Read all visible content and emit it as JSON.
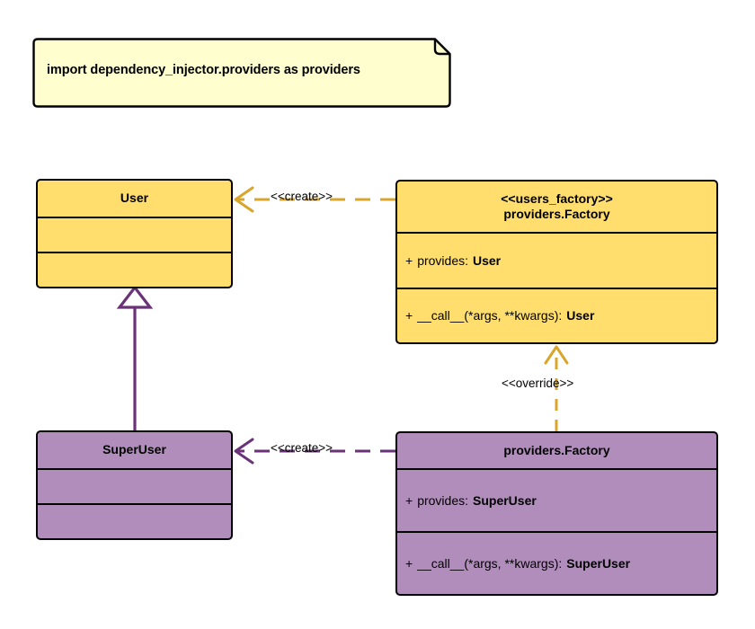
{
  "diagram": {
    "type": "uml-class-diagram",
    "background": "#ffffff",
    "colors": {
      "note_fill": "#FEFECE",
      "note_border": "#000000",
      "yellow_fill": "#FFDE6E",
      "purple_fill": "#B08DBB",
      "box_border": "#000000",
      "gold_edge": "#D9A52B",
      "purple_edge": "#6A3277",
      "generalization_triangle_fill": "#FFFFFF"
    }
  },
  "note": {
    "name": "import-note",
    "text": "import dependency_injector.providers as providers"
  },
  "classes": [
    {
      "id": "user",
      "stereotype": "",
      "name": "User",
      "attributes": [],
      "methods": [],
      "fill": "yellow"
    },
    {
      "id": "users_factory",
      "stereotype": "<<users_factory>>",
      "name": "providers.Factory",
      "attributes": [
        {
          "visibility": "+",
          "label": "provides:",
          "type": "User"
        }
      ],
      "methods": [
        {
          "visibility": "+",
          "label": "__call__(*args, **kwargs):",
          "type": "User"
        }
      ],
      "fill": "yellow"
    },
    {
      "id": "superuser",
      "stereotype": "",
      "name": "SuperUser",
      "attributes": [],
      "methods": [],
      "fill": "purple"
    },
    {
      "id": "providers_factory",
      "stereotype": "",
      "name": "providers.Factory",
      "attributes": [
        {
          "visibility": "+",
          "label": "provides:",
          "type": "SuperUser"
        }
      ],
      "methods": [
        {
          "visibility": "+",
          "label": "__call__(*args, **kwargs):",
          "type": "SuperUser"
        }
      ],
      "fill": "purple"
    }
  ],
  "edges": [
    {
      "id": "create-user",
      "label": "<<create>>",
      "from": "users_factory",
      "to": "user",
      "style": "dashed",
      "arrow": "open",
      "color": "#D9A52B"
    },
    {
      "id": "create-superuser",
      "label": "<<create>>",
      "from": "providers_factory",
      "to": "superuser",
      "style": "dashed",
      "arrow": "open",
      "color": "#6A3277"
    },
    {
      "id": "override",
      "label": "<<override>>",
      "from": "providers_factory",
      "to": "users_factory",
      "style": "dashed",
      "arrow": "open",
      "color": "#D9A52B"
    },
    {
      "id": "generalization",
      "label": "",
      "from": "superuser",
      "to": "user",
      "style": "solid",
      "arrow": "triangle",
      "color": "#6A3277"
    }
  ]
}
